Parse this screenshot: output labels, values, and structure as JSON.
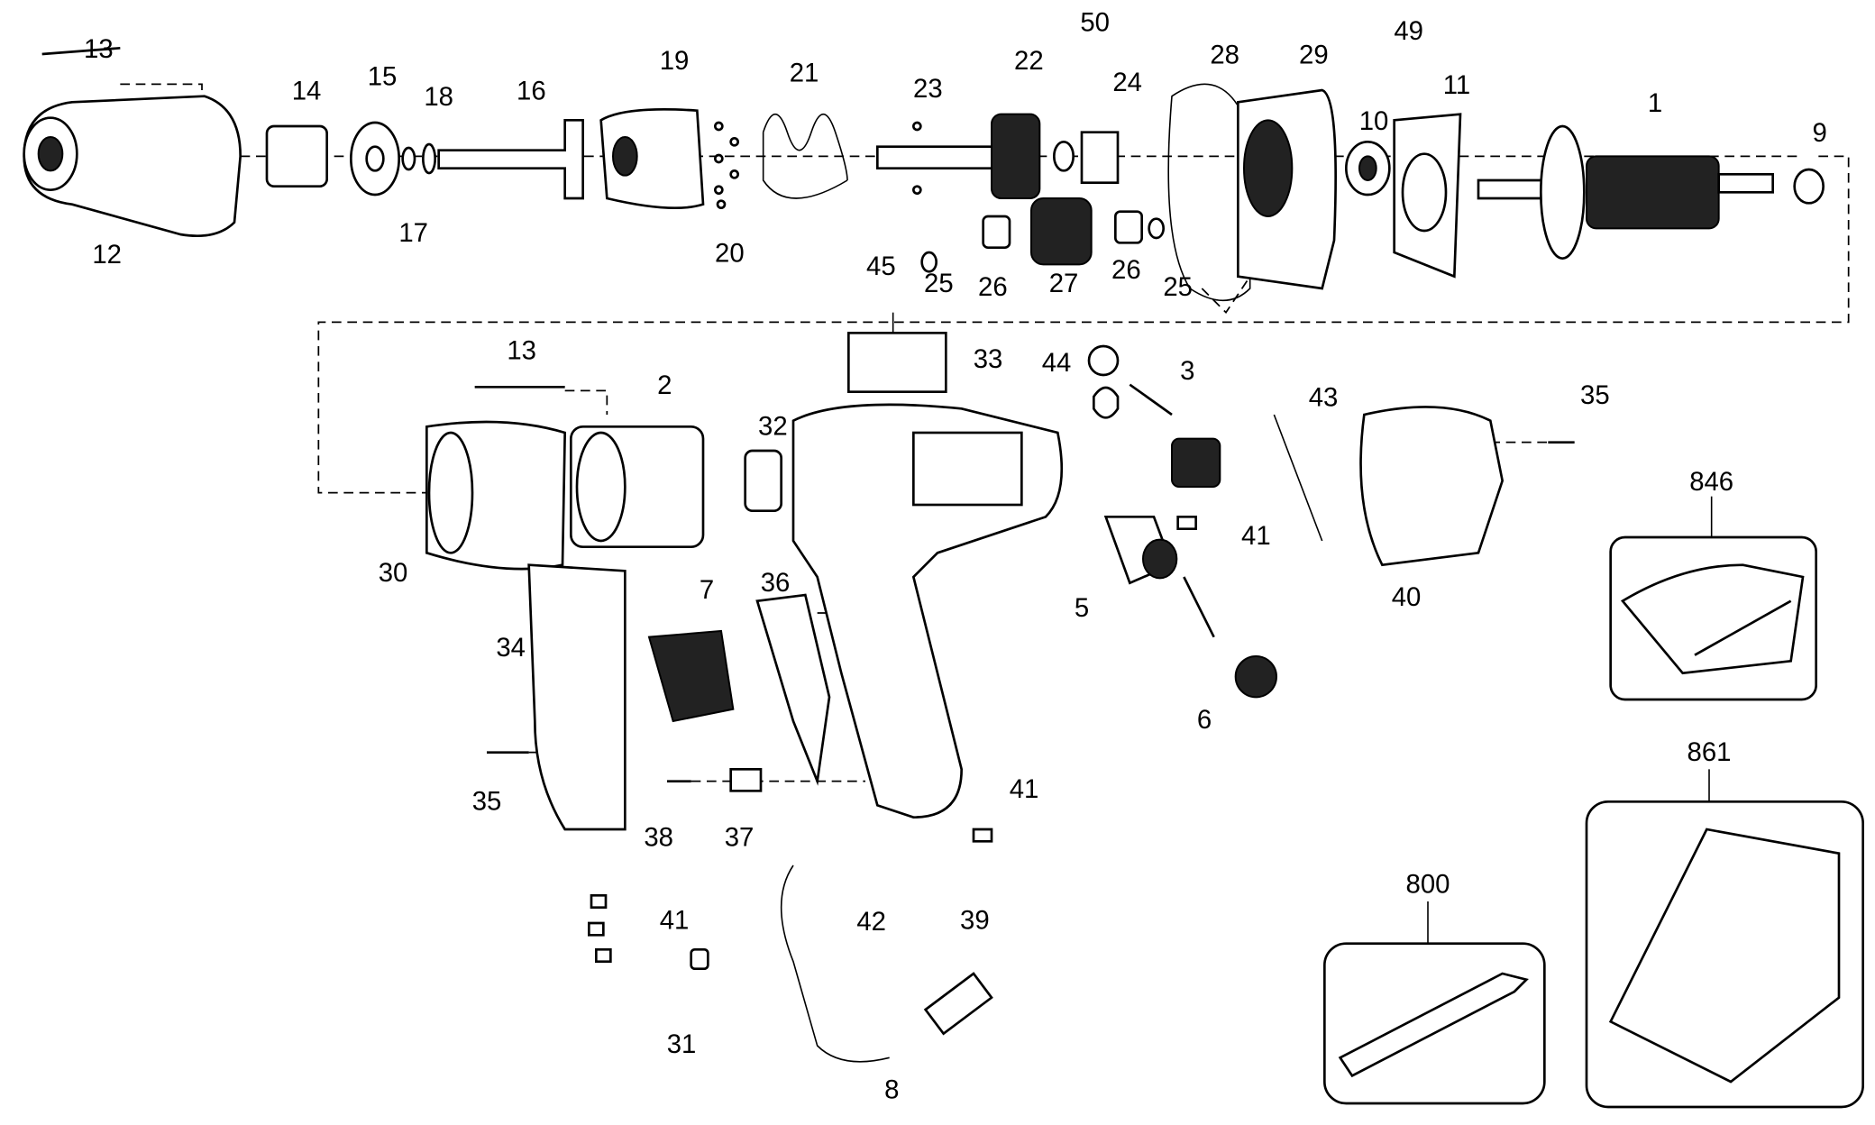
{
  "diagram": {
    "part_labels": [
      "13",
      "14",
      "15",
      "18",
      "16",
      "19",
      "21",
      "23",
      "22",
      "50",
      "24",
      "28",
      "29",
      "49",
      "10",
      "11",
      "1",
      "9",
      "12",
      "17",
      "20",
      "25",
      "26",
      "27",
      "26",
      "25",
      "45",
      "13",
      "2",
      "33",
      "44",
      "3",
      "32",
      "35",
      "43",
      "846",
      "41",
      "30",
      "40",
      "5",
      "7",
      "36",
      "34",
      "6",
      "35",
      "38",
      "37",
      "41",
      "861",
      "800",
      "42",
      "39",
      "41",
      "31",
      "8"
    ],
    "kits": [
      "846",
      "800",
      "861"
    ]
  }
}
